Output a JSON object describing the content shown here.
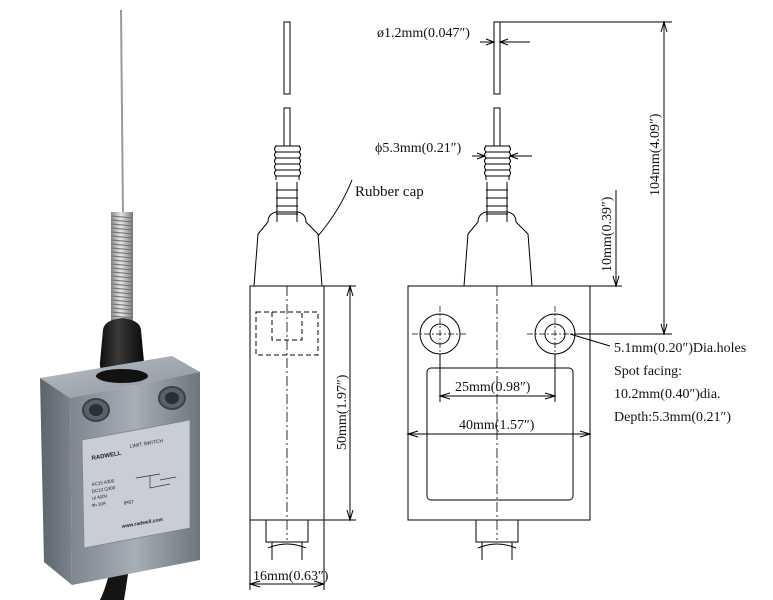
{
  "photo": {
    "brand_text": "RADWELL",
    "product_label": "LIMIT SWITCH",
    "spec_lines": [
      "AC15 A300",
      "DC13 Q300",
      "Ui 400V",
      "Ith 10A"
    ],
    "protection": "IP67",
    "website": "www.radwell.com",
    "colors": {
      "body": "#8c959f",
      "cap": "#1c1c1c",
      "spring": "#b8b8b8",
      "plate": "#cfd4da"
    }
  },
  "drawing": {
    "rubber_cap_label": "Rubber cap",
    "dim_rod_dia": "ø1.2mm(0.047″)",
    "dim_spring_dia": "ϕ5.3mm(0.21″)",
    "dim_total_height": "104mm(4.09″)",
    "dim_cap_height": "10mm(0.39″)",
    "dim_body_height": "50mm(1.97″)",
    "dim_side_width": "16mm(0.63″)",
    "dim_hole_spacing": "25mm(0.98″)",
    "dim_body_width": "40mm(1.57″)",
    "hole_note": {
      "line1": "5.1mm(0.20″)Dia.holes",
      "line2": "Spot facing:",
      "line3": "10.2mm(0.40″)dia.",
      "line4": "Depth:5.3mm(0.21″)"
    },
    "line_color": "#000000"
  }
}
